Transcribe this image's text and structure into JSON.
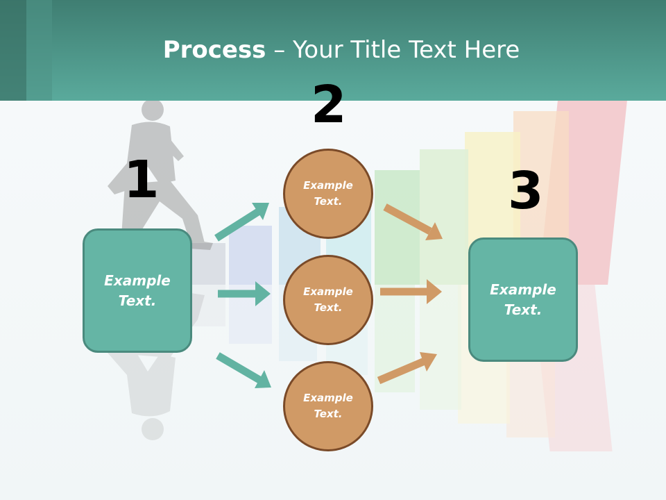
{
  "slide": {
    "title_bold": "Process",
    "title_rest": " – Your Title Text Here"
  },
  "steps": {
    "step1_number": "1",
    "step2_number": "2",
    "step3_number": "3"
  },
  "nodes": {
    "input_box": "Example\nText.",
    "circle_top": "Example\nText.",
    "circle_middle": "Example\nText.",
    "circle_bottom": "Example\nText.",
    "output_box": "Example\nText."
  },
  "colors": {
    "header": "#5aaa9c",
    "box_fill": "#65b5a5",
    "box_border": "#4a8a7e",
    "circle_fill": "#d09a66",
    "circle_border": "#7a4a28",
    "teal_arrow": "#62b3a2",
    "orange_arrow": "#d09a66"
  }
}
